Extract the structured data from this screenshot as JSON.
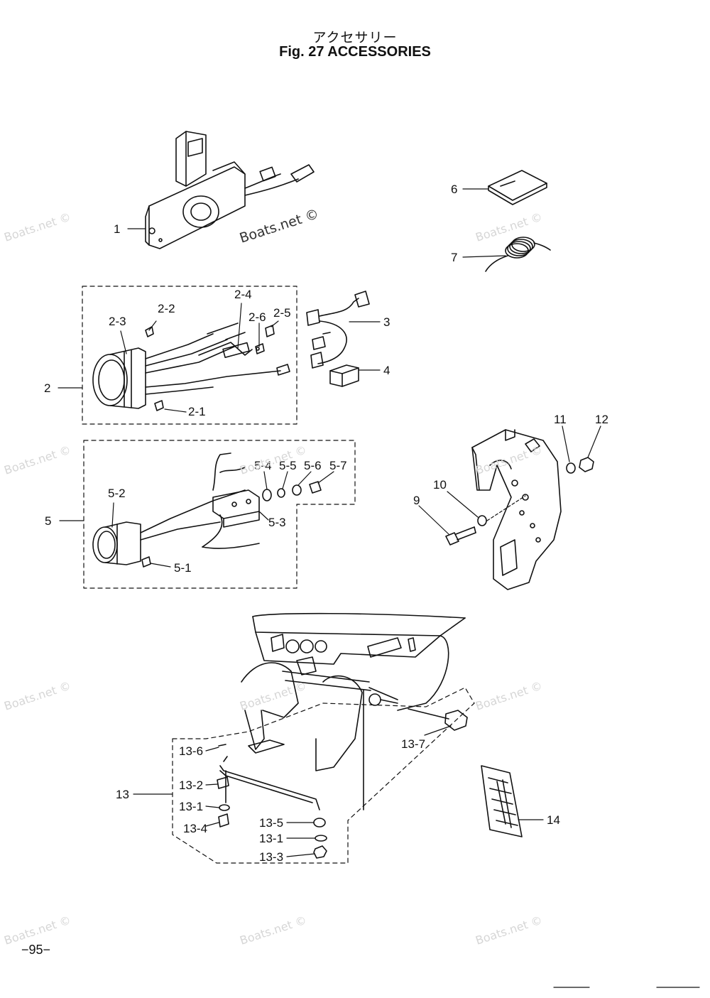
{
  "title": {
    "japanese": "アクセサリー",
    "english": "Fig. 27   ACCESSORIES"
  },
  "page_number": "−95−",
  "watermark": "Boats.net ©",
  "callouts": {
    "c1": "1",
    "c2": "2",
    "c2_1": "2-1",
    "c2_2": "2-2",
    "c2_3": "2-3",
    "c2_4": "2-4",
    "c2_5": "2-5",
    "c2_6": "2-6",
    "c3": "3",
    "c4": "4",
    "c5": "5",
    "c5_1": "5-1",
    "c5_2": "5-2",
    "c5_3": "5-3",
    "c5_4": "5-4",
    "c5_5": "5-5",
    "c5_6": "5-6",
    "c5_7": "5-7",
    "c6": "6",
    "c7": "7",
    "c9": "9",
    "c10": "10",
    "c11": "11",
    "c12": "12",
    "c13": "13",
    "c13_1a": "13-1",
    "c13_1b": "13-1",
    "c13_2": "13-2",
    "c13_3": "13-3",
    "c13_4": "13-4",
    "c13_5": "13-5",
    "c13_6": "13-6",
    "c13_7": "13-7",
    "c14": "14"
  },
  "colors": {
    "ink": "#111111",
    "watermark": "#d6d6d6"
  }
}
